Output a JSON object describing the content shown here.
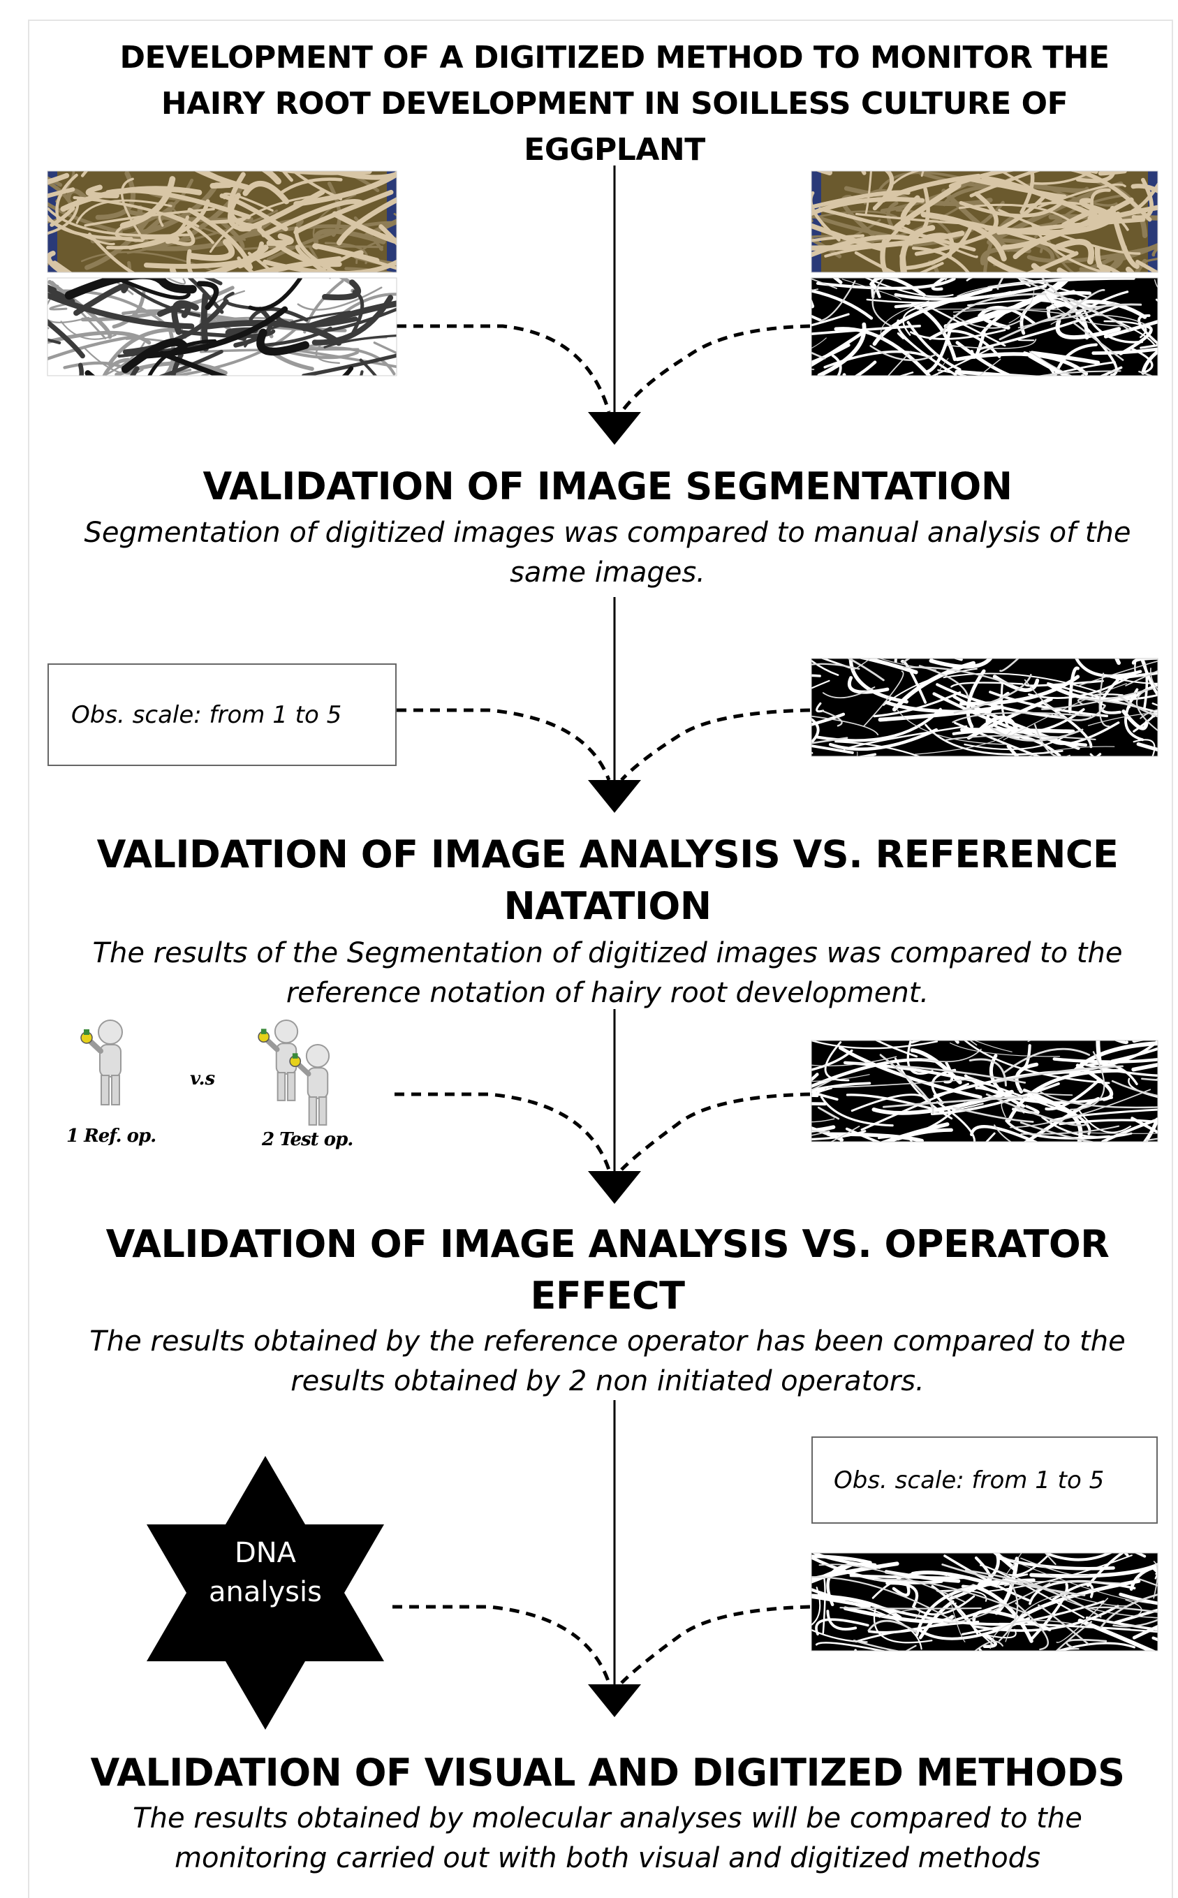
{
  "title": "DEVELOPMENT OF A DIGITIZED METHOD TO MONITOR THE HAIRY ROOT DEVELOPMENT IN SOILLESS CULTURE OF EGGPLANT",
  "steps": [
    {
      "heading": "VALIDATION OF IMAGE SEGMENTATION",
      "description": "Segmentation of digitized images was compared to manual analysis of the same images."
    },
    {
      "heading": "VALIDATION OF IMAGE ANALYSIS VS. REFERENCE NATATION",
      "description": "The results of the Segmentation of digitized images was compared to the reference notation of hairy root development."
    },
    {
      "heading": "VALIDATION OF IMAGE ANALYSIS VS. OPERATOR EFFECT",
      "description": "The results obtained by the reference operator has been compared to the results obtained by 2 non initiated operators."
    },
    {
      "heading": "VALIDATION OF VISUAL AND DIGITIZED METHODS",
      "description": "The results obtained by molecular analyses will be compared to the monitoring carried out with both visual and digitized methods"
    }
  ],
  "scale_box_label": "Obs. scale: from 1 to 5",
  "operators": {
    "ref_label": "1 Ref. op.",
    "vs_label": "v.s",
    "test_label": "2 Test op."
  },
  "dna_star": {
    "line1": "DNA",
    "line2": "analysis"
  },
  "colors": {
    "photo_soil": "#6b5a2e",
    "root_light": "#d8c6a6",
    "frame_border": "#e4e4e4",
    "box_border": "#666666",
    "arrow": "#000000",
    "operator_yellow": "#e6d11a"
  }
}
